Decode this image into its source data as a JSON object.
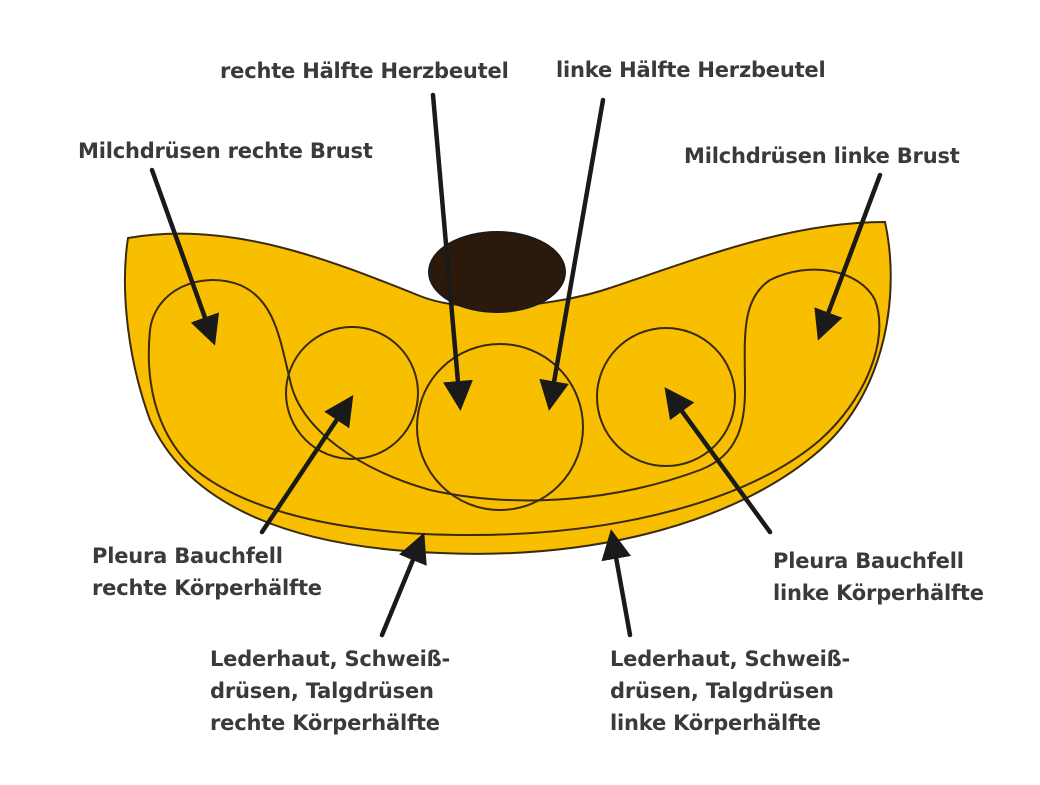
{
  "colors": {
    "body_fill": "#F8BE00",
    "outline": "#3a2a10",
    "heart_fill": "#2b1a0c",
    "arrow": "#1a1a1a",
    "label_text": "#3a3a3a",
    "background": "#ffffff"
  },
  "labels": {
    "herz_rechts": "rechte Hälfte Herzbeutel",
    "herz_links": "linke Hälfte Herzbeutel",
    "brust_rechts": "Milchdrüsen rechte Brust",
    "brust_links": "Milchdrüsen linke Brust",
    "pleura_rechts": [
      "Pleura Bauchfell",
      "rechte Körperhälfte"
    ],
    "pleura_links": [
      "Pleura Bauchfell",
      "linke Körperhälfte"
    ],
    "haut_rechts": [
      "Lederhaut, Schweiß-",
      "drüsen, Talgdrüsen",
      "rechte Körperhälfte"
    ],
    "haut_links": [
      "Lederhaut, Schweiß-",
      "drüsen, Talgdrüsen",
      "linke Körperhälfte"
    ]
  }
}
